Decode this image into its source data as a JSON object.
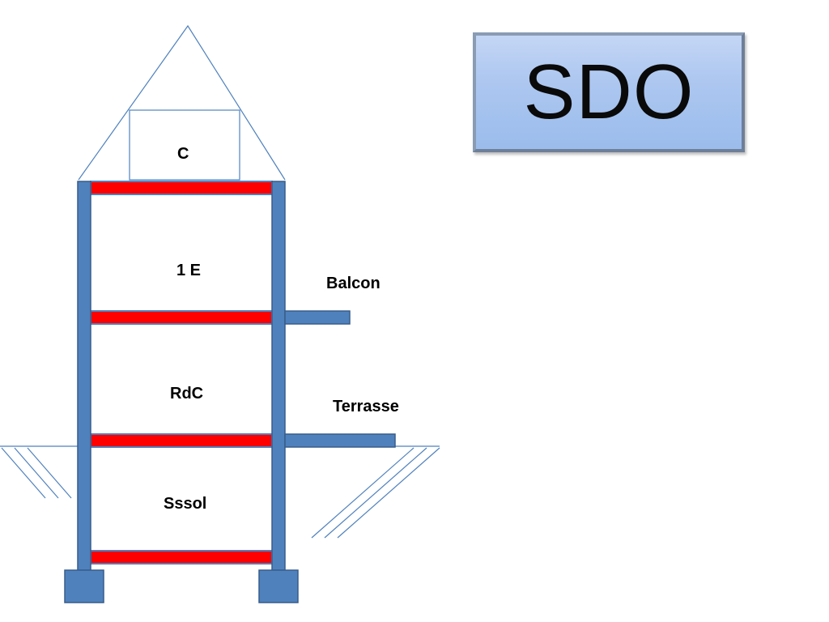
{
  "title": "SDO",
  "labels": {
    "attic": "C",
    "first_floor": "1 E",
    "ground_floor": "RdC",
    "basement": "Sssol",
    "balcony": "Balcon",
    "terrace": "Terrasse"
  },
  "colors": {
    "structure": "#4f81bd",
    "structure_border": "#385d8a",
    "slab": "#ff0000",
    "outline": "#4f81bd",
    "title_fill": "#adc7f0",
    "title_border": "#8a9bb4"
  }
}
